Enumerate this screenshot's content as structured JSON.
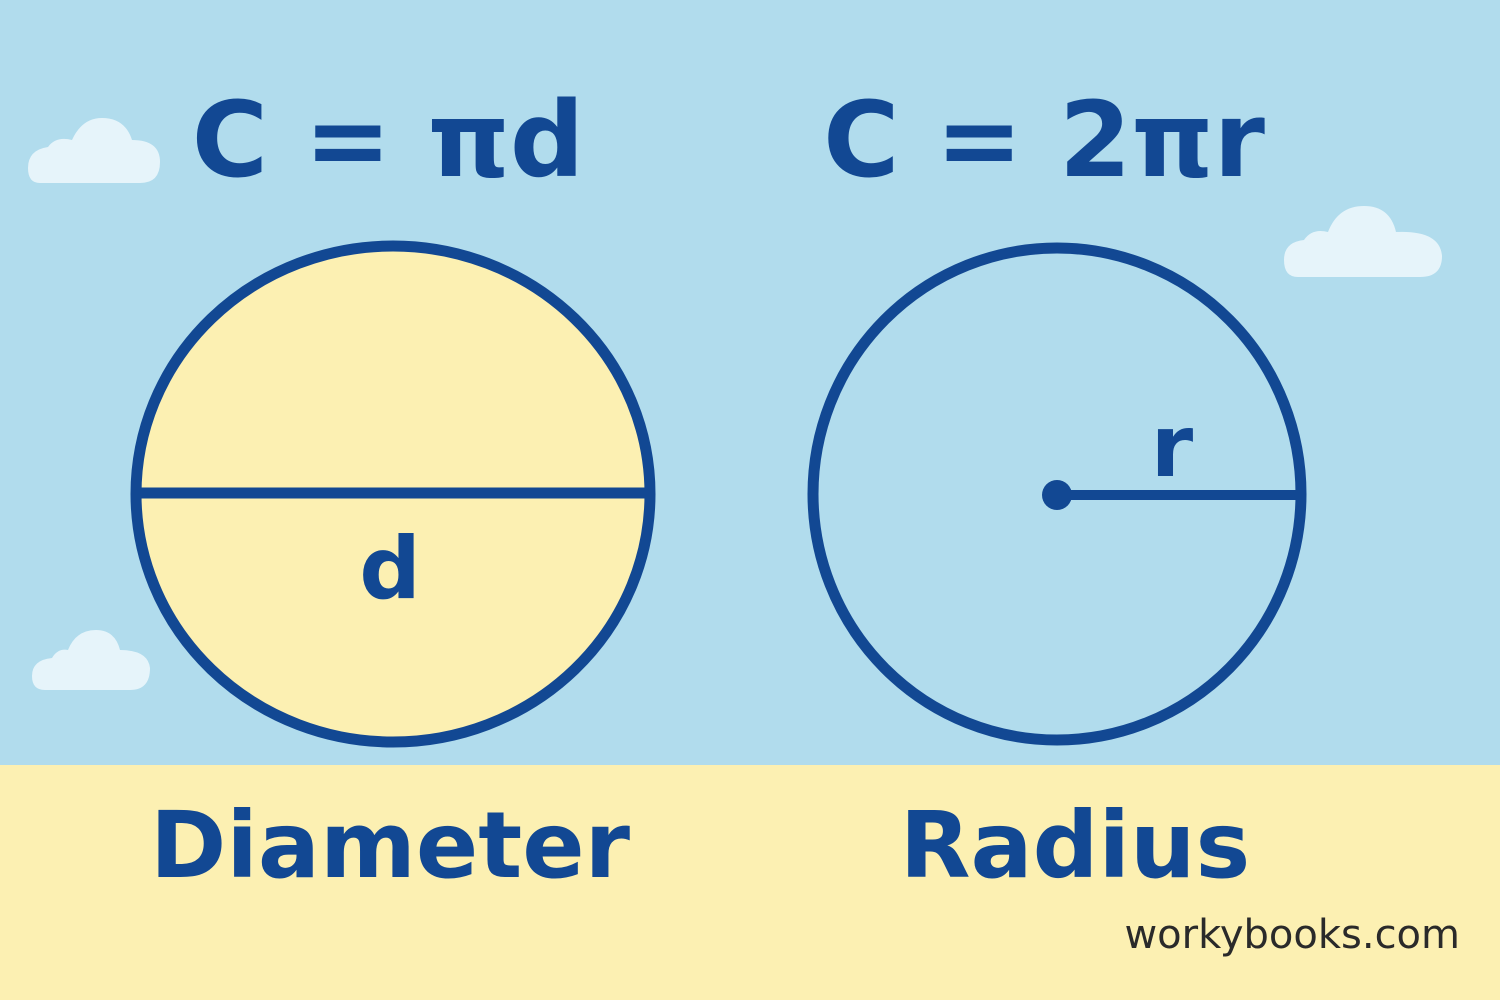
{
  "formulas": {
    "diameter": "C = πd",
    "radius": "C = 2πr"
  },
  "labels": {
    "diameter_var": "d",
    "radius_var": "r"
  },
  "captions": {
    "diameter": "Diameter",
    "radius": "Radius"
  },
  "watermark": "workybooks.com",
  "colors": {
    "sky": "#b1dced",
    "band": "#fcf0b2",
    "stroke": "#124893",
    "circle_fill": "#fcf0b2",
    "cloud": "#e6f4fa"
  }
}
